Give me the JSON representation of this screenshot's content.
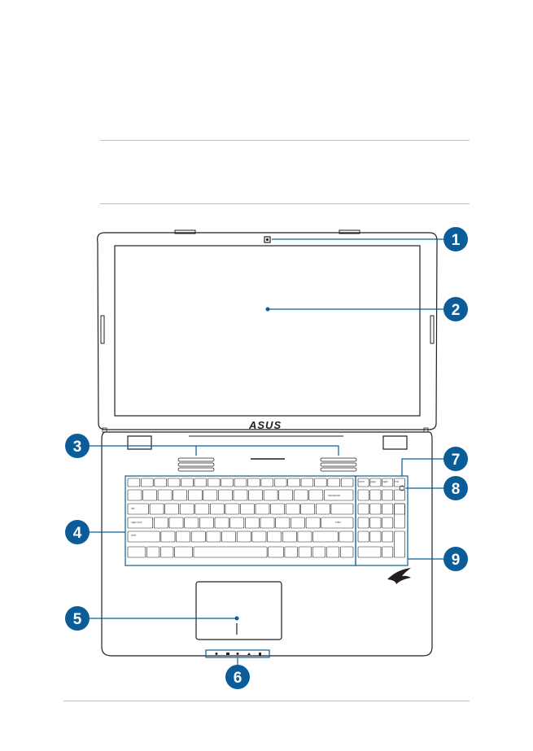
{
  "brand": {
    "logo_text": "ASUS"
  },
  "accent_color": "#0b5d9a",
  "keyboard_labels": {
    "caps_lock": "caps lock",
    "tab": "tab",
    "shift": "shift",
    "enter": "enter",
    "backspace": "backspace",
    "home": "home",
    "pgup": "pgup",
    "pgdn": "pgdn",
    "end": "end"
  },
  "callouts": [
    {
      "number": "1",
      "target": "camera"
    },
    {
      "number": "2",
      "target": "display-panel"
    },
    {
      "number": "3",
      "target": "speakers"
    },
    {
      "number": "4",
      "target": "keyboard"
    },
    {
      "number": "5",
      "target": "touchpad"
    },
    {
      "number": "6",
      "target": "status-indicators"
    },
    {
      "number": "7",
      "target": "power-button"
    },
    {
      "number": "8",
      "target": "numeric-keypad"
    },
    {
      "number": "9",
      "target": "numeric-keypad-lower"
    }
  ],
  "status_icons": [
    "power-icon",
    "battery-icon",
    "drive-activity-icon",
    "wireless-icon",
    "caps-lock-icon"
  ]
}
